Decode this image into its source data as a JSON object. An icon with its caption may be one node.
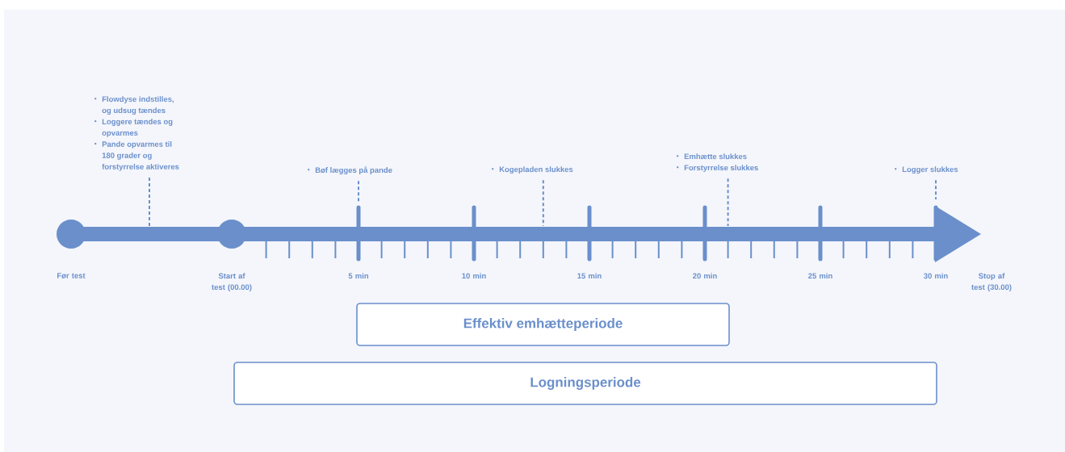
{
  "diagram": {
    "nodes": [
      {
        "text": [
          "Flowdyse indstilles, og udsug tændes",
          "Loggere tændes og opvarmes",
          "Pande opvarmes til 180 grader og forstyrrelse aktiveres"
        ]
      },
      {
        "text": [
          "Bøf lægges på pande"
        ]
      },
      {
        "text": [
          "Kogepladen slukkes"
        ]
      },
      {
        "text": [
          "Emhætte slukkes",
          "Forstyrrelse slukkes"
        ]
      },
      {
        "text": [
          "Logger slukkes"
        ]
      },
      {
        "text": [],
        "shape": "circle",
        "beside": [
          "Før test"
        ]
      },
      {
        "text": [],
        "shape": "circle",
        "beside": [
          "Start af test (00.00)"
        ]
      },
      {
        "text": [
          "Effektiv emhætteperiode"
        ]
      },
      {
        "text": [
          "Logningsperiode"
        ]
      }
    ],
    "edges": [
      {
        "from": 0,
        "to": null,
        "arrow": "none",
        "style": "dashed"
      },
      {
        "from": 1,
        "to": null,
        "arrow": "none",
        "style": "dashed"
      },
      {
        "from": 2,
        "to": null,
        "arrow": "none",
        "style": "dashed"
      },
      {
        "from": 3,
        "to": null,
        "arrow": "none",
        "style": "dashed"
      },
      {
        "from": 4,
        "to": null,
        "arrow": "none",
        "style": "dashed"
      }
    ],
    "labels": [
      "5 min",
      "10 min",
      "15 min",
      "20 min",
      "25 min",
      "30 min",
      "Stop af test (30.00)"
    ]
  }
}
